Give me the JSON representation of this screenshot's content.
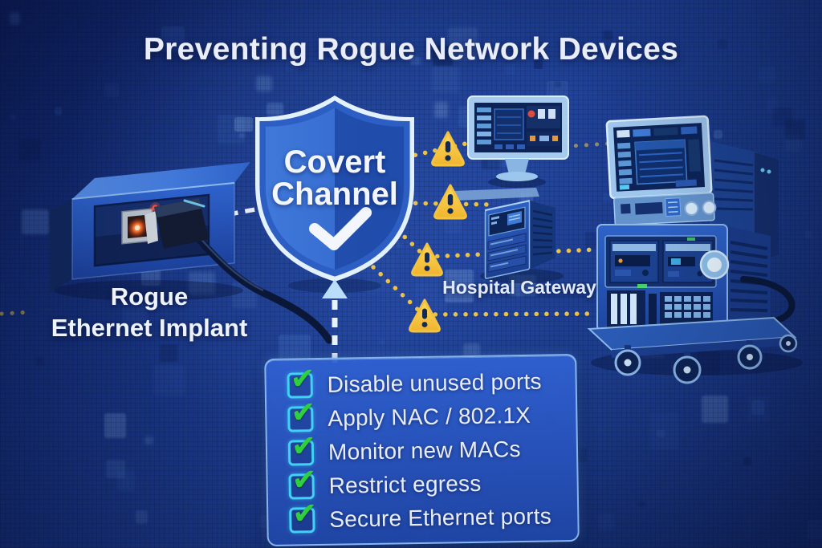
{
  "title": "Preventing Rogue Network Devices",
  "shield": {
    "label_line1": "Covert",
    "label_line2": "Channel"
  },
  "implant": {
    "label_line1": "Rogue",
    "label_line2": "Ethernet Implant"
  },
  "gateway": {
    "label": "Hospital Gateway"
  },
  "checklist": {
    "check_glyph": "✔",
    "items": [
      {
        "label": "Disable unused ports"
      },
      {
        "label": "Apply NAC / 802.1X"
      },
      {
        "label": "Monitor new MACs"
      },
      {
        "label": "Restrict egress"
      },
      {
        "label": "Secure Ethernet ports"
      }
    ]
  },
  "icons": {
    "warning": "⚠",
    "checkbox_check": "✔",
    "shield_check": "✓",
    "up_arrow": "↑"
  },
  "colors": {
    "background_blue": "#132c74",
    "accent_yellow": "#f6c93f",
    "warning_fill": "#f8c838",
    "check_green": "#2fd03c",
    "checkbox_cyan": "#3fd2f4",
    "shield_blue": "#2f63c8",
    "panel_blue": "#2b57b8",
    "text_light": "#edf1fb",
    "alert_red": "#ff5038"
  }
}
